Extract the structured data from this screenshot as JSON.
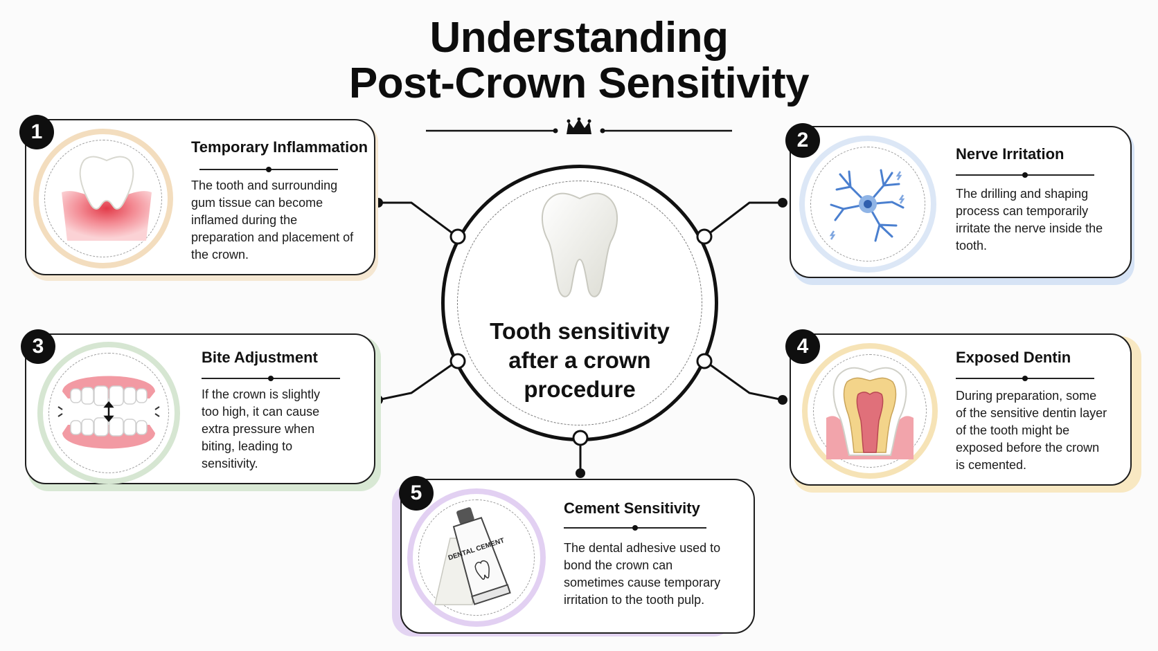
{
  "title": {
    "line1": "Understanding",
    "line2": "Post-Crown Sensitivity"
  },
  "hub": {
    "text_lines": [
      "Tooth sensitivity",
      "after a crown",
      "procedure"
    ]
  },
  "cards": [
    {
      "number": "1",
      "title": "Temporary Inflammation",
      "text": "The tooth and surrounding gum tissue can become inflamed during the preparation and placement of the crown.",
      "icon": "inflamed-gum-tooth-icon",
      "accent": "#f3d9b4"
    },
    {
      "number": "2",
      "title": "Nerve Irritation",
      "text": "The drilling and shaping process can temporarily irritate the nerve inside the tooth.",
      "icon": "nerve-cell-icon",
      "accent": "#c9daf2"
    },
    {
      "number": "3",
      "title": "Bite Adjustment",
      "text": "If the crown is slightly too high, it can cause extra pressure when biting, leading to sensitivity.",
      "icon": "teeth-bite-icon",
      "accent": "#cfe3cc"
    },
    {
      "number": "4",
      "title": "Exposed Dentin",
      "text": "During preparation, some of the sensitive dentin layer of the tooth might be exposed before the crown is cemented.",
      "icon": "tooth-cross-section-icon",
      "accent": "#f6e2b0"
    },
    {
      "number": "5",
      "title": "Cement Sensitivity",
      "text": "The dental adhesive used to bond the crown can sometimes cause temporary irritation to the tooth pulp.",
      "icon": "dental-cement-tube-icon",
      "icon_label": "DENTAL CEMENT",
      "accent": "#dcc9ee"
    }
  ],
  "divider_icon": "crown-icon"
}
